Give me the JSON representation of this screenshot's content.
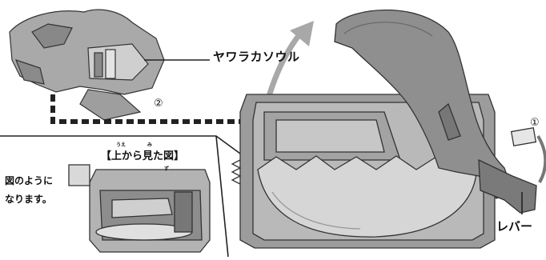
{
  "labels": {
    "part_name": "ヤワラカソウル",
    "lever": "レバー",
    "top_view_title": "【上から見た図】",
    "ruby_ue": "うえ",
    "ruby_mi": "み",
    "ruby_zu": "ず",
    "note_line1": "図のように",
    "note_line2": "なります。",
    "step_1": "①",
    "step_2": "②"
  },
  "colors": {
    "line": "#222222",
    "body_gray": "#9a9a9a",
    "light_gray": "#cfcfcf",
    "arrow_gray": "#a8a8a8",
    "dark_gray": "#6f6f6f"
  }
}
